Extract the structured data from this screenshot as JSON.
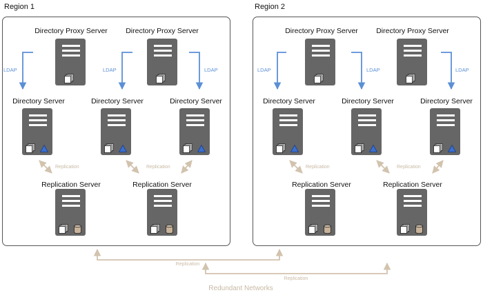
{
  "regions": [
    {
      "title": "Region 1",
      "proxy_servers": [
        {
          "label": "Directory Proxy Server"
        },
        {
          "label": "Directory Proxy Server"
        }
      ],
      "ldap_labels": [
        "LDAP",
        "LDAP",
        "LDAP"
      ],
      "directory_servers": [
        {
          "label": "Directory Server"
        },
        {
          "label": "Directory Server"
        },
        {
          "label": "Directory Server"
        }
      ],
      "replication_labels": [
        "Replication",
        "Replication"
      ],
      "replication_servers": [
        {
          "label": "Replication Server"
        },
        {
          "label": "Replication Server"
        }
      ]
    },
    {
      "title": "Region 2",
      "proxy_servers": [
        {
          "label": "Directory Proxy Server"
        },
        {
          "label": "Directory Proxy Server"
        }
      ],
      "ldap_labels": [
        "LDAP",
        "LDAP",
        "LDAP"
      ],
      "directory_servers": [
        {
          "label": "Directory Server"
        },
        {
          "label": "Directory Server"
        },
        {
          "label": "Directory Server"
        }
      ],
      "replication_labels": [
        "Replication",
        "Replication"
      ],
      "replication_servers": [
        {
          "label": "Replication Server"
        },
        {
          "label": "Replication Server"
        }
      ]
    }
  ],
  "network": {
    "replication_labels": [
      "Replication",
      "Replication"
    ],
    "footer": "Redundant Networks"
  },
  "colors": {
    "ldap_arrow": "#5b8fd6",
    "replication_arrow": "#d2c3ae",
    "server_body": "#666666",
    "triangle": "#3b6fd0",
    "db_cylinder": "#c7b29a"
  }
}
